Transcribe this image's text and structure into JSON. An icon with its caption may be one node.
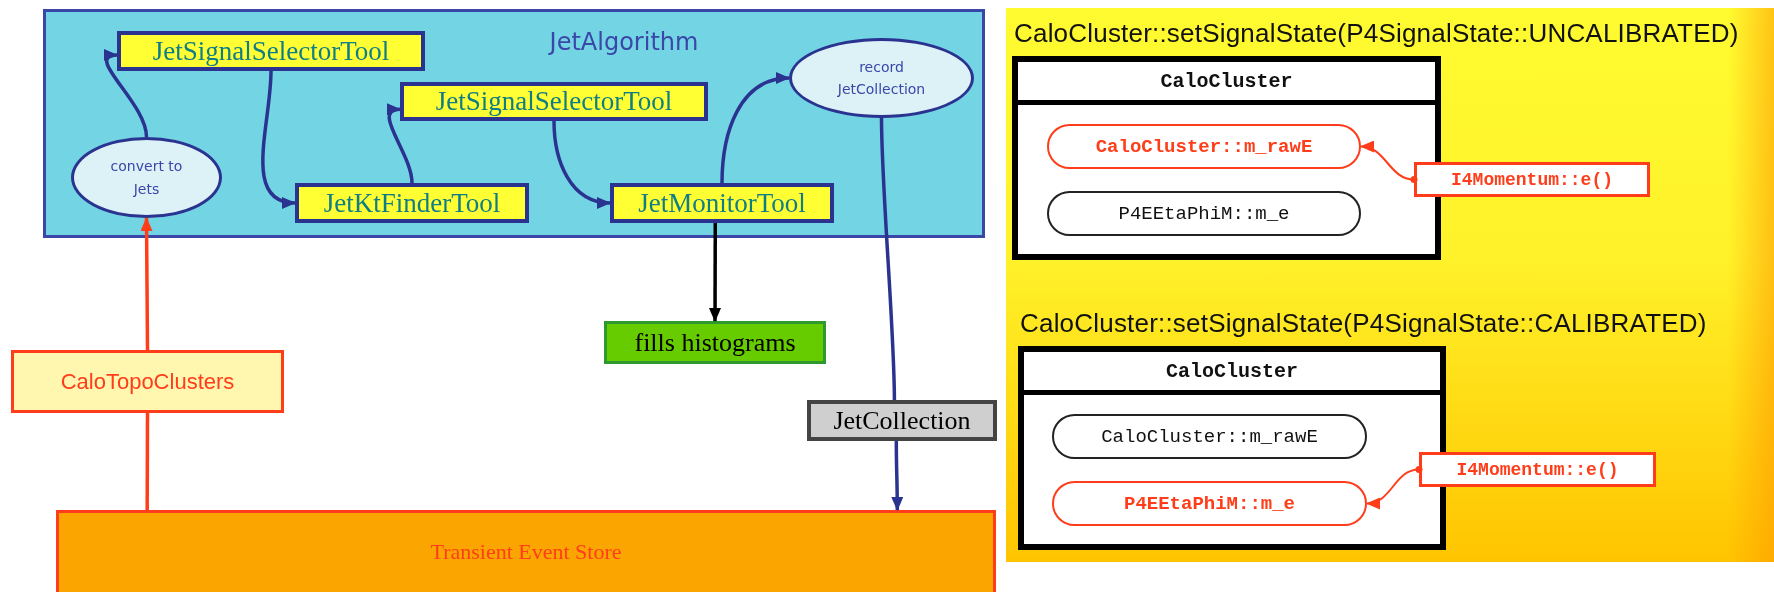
{
  "diagram": {
    "nodes": [
      {
        "text": [
          "JetAlgorithm"
        ]
      },
      {
        "text": [
          "JetSignalSelectorTool"
        ],
        "in": 0
      },
      {
        "text": [
          "record JetCollection"
        ],
        "in": 0
      },
      {
        "text": [
          "JetSignalSelectorTool"
        ],
        "in": 0
      },
      {
        "text": [
          "convert to Jets"
        ],
        "in": 0
      },
      {
        "text": [
          "JetKtFinderTool"
        ],
        "in": 0
      },
      {
        "text": [
          "JetMonitorTool"
        ],
        "in": 0
      },
      {
        "text": [
          "fills histograms"
        ]
      },
      {
        "text": [
          "CaloTopoClusters"
        ]
      },
      {
        "text": [
          "JetCollection"
        ]
      },
      {
        "text": [
          "Transient Event Store"
        ]
      },
      {
        "text": [
          "CaloCluster::setSignalState(P4SignalState::UNCALIBRATED)",
          "CaloCluster"
        ]
      },
      {
        "text": [
          "CaloCluster::m_rawE"
        ],
        "in": 11
      },
      {
        "text": [
          "I4Momentum::e()"
        ]
      },
      {
        "text": [
          "P4EEtaPhiM::m_e"
        ],
        "in": 11
      },
      {
        "text": [
          "CaloCluster::setSignalState(P4SignalState::CALIBRATED)",
          "CaloCluster"
        ]
      },
      {
        "text": [
          "CaloCluster::m_rawE"
        ],
        "in": 15
      },
      {
        "text": [
          "I4Momentum::e()"
        ]
      },
      {
        "text": [
          "P4EEtaPhiM::m_e"
        ],
        "in": 15
      }
    ],
    "edges": [
      {
        "from": 4,
        "to": 1,
        "arrow": "to"
      },
      {
        "from": 1,
        "to": 5,
        "arrow": "to"
      },
      {
        "from": 5,
        "to": 3,
        "arrow": "to"
      },
      {
        "from": 3,
        "to": 6,
        "arrow": "to"
      },
      {
        "from": 6,
        "to": 2,
        "arrow": "to"
      },
      {
        "from": 6,
        "to": 7,
        "arrow": "to",
        "color": "#000000"
      },
      {
        "from": 2,
        "to": 9,
        "arrow": "none"
      },
      {
        "from": 9,
        "to": 10,
        "arrow": "to"
      },
      {
        "from": 10,
        "to": 8,
        "arrow": "none",
        "color": "#ff3d1a"
      },
      {
        "from": 8,
        "to": 4,
        "arrow": "to",
        "color": "#ff3d1a"
      },
      {
        "from": 13,
        "to": 12,
        "arrow": "to",
        "color": "#ff3d1a"
      },
      {
        "from": 17,
        "to": 18,
        "arrow": "to",
        "color": "#ff3d1a"
      }
    ]
  }
}
